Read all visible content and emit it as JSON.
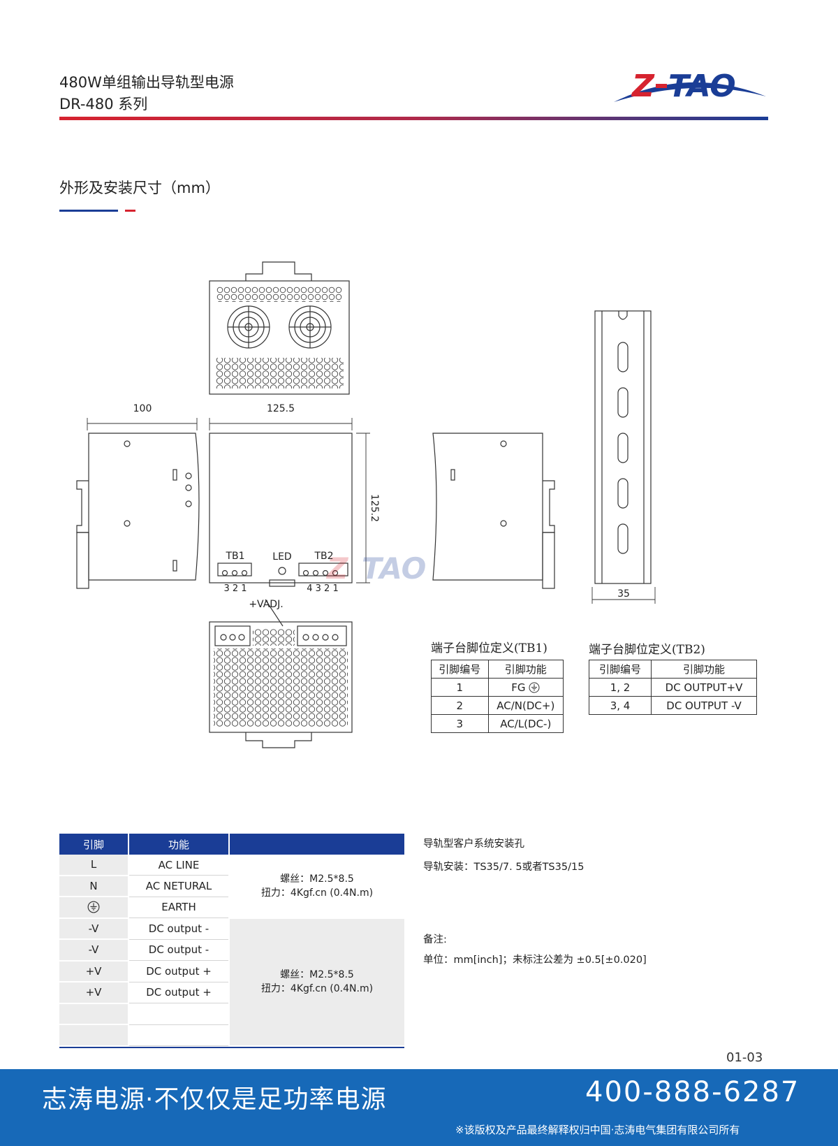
{
  "header": {
    "title_line1": "480W单组输出导轨型电源",
    "title_line2": "DR-480  系列",
    "logo_text": "Z-TAO"
  },
  "section": {
    "title": "外形及安装尺寸（mm）"
  },
  "drawing": {
    "dim_side_width": "100",
    "dim_front_width": "125.5",
    "dim_front_height": "125.2",
    "dim_rail_width": "35",
    "label_tb1": "TB1",
    "label_led": "LED",
    "label_tb2": "TB2",
    "tb1_pins": "3 2 1",
    "tb2_pins": "4 3 2 1",
    "label_vadj": "+VADJ."
  },
  "tb1_table": {
    "title": "端子台脚位定义(TB1)",
    "headers": [
      "引脚编号",
      "引脚功能"
    ],
    "rows": [
      [
        "1",
        "FG"
      ],
      [
        "2",
        "AC/N(DC+)"
      ],
      [
        "3",
        "AC/L(DC-)"
      ]
    ]
  },
  "tb2_table": {
    "title": "端子台脚位定义(TB2)",
    "headers": [
      "引脚编号",
      "引脚功能"
    ],
    "rows": [
      [
        "1, 2",
        "DC OUTPUT+V"
      ],
      [
        "3, 4",
        "DC OUTPUT -V"
      ]
    ]
  },
  "spec_table": {
    "headers": [
      "引脚",
      "功能"
    ],
    "rows": [
      {
        "pin": "L",
        "func": "AC LINE"
      },
      {
        "pin": "N",
        "func": "AC NETURAL"
      },
      {
        "pin": "",
        "func": "EARTH"
      },
      {
        "pin": "-V",
        "func": "DC output -"
      },
      {
        "pin": "-V",
        "func": "DC output -"
      },
      {
        "pin": "+V",
        "func": "DC output +"
      },
      {
        "pin": "+V",
        "func": "DC output +"
      },
      {
        "pin": "",
        "func": ""
      },
      {
        "pin": "",
        "func": ""
      }
    ],
    "group1_screw": "螺丝：M2.5*8.5",
    "group1_torque": "扭力：4Kgf.cn (0.4N.m)",
    "group2_screw": "螺丝：M2.5*8.5",
    "group2_torque": "扭力：4Kgf.cn (0.4N.m)"
  },
  "notes": {
    "install_title": "导轨型客户系统安装孔",
    "install_rail": "导轨安装：TS35/7. 5或者TS35/15",
    "remark_title": "备注:",
    "remark_unit": "单位：mm[inch]；未标注公差为 ±0.5[±0.020]"
  },
  "page_number": "01-03",
  "footer": {
    "slogan": "志涛电源·不仅仅是足功率电源",
    "phone": "400-888-6287",
    "copyright": "※该版权及产品最终解释权归中国·志涛电气集团有限公司所有"
  },
  "colors": {
    "brand_blue": "#1a3d96",
    "brand_red": "#d6232f",
    "footer_blue": "#1769b8"
  }
}
